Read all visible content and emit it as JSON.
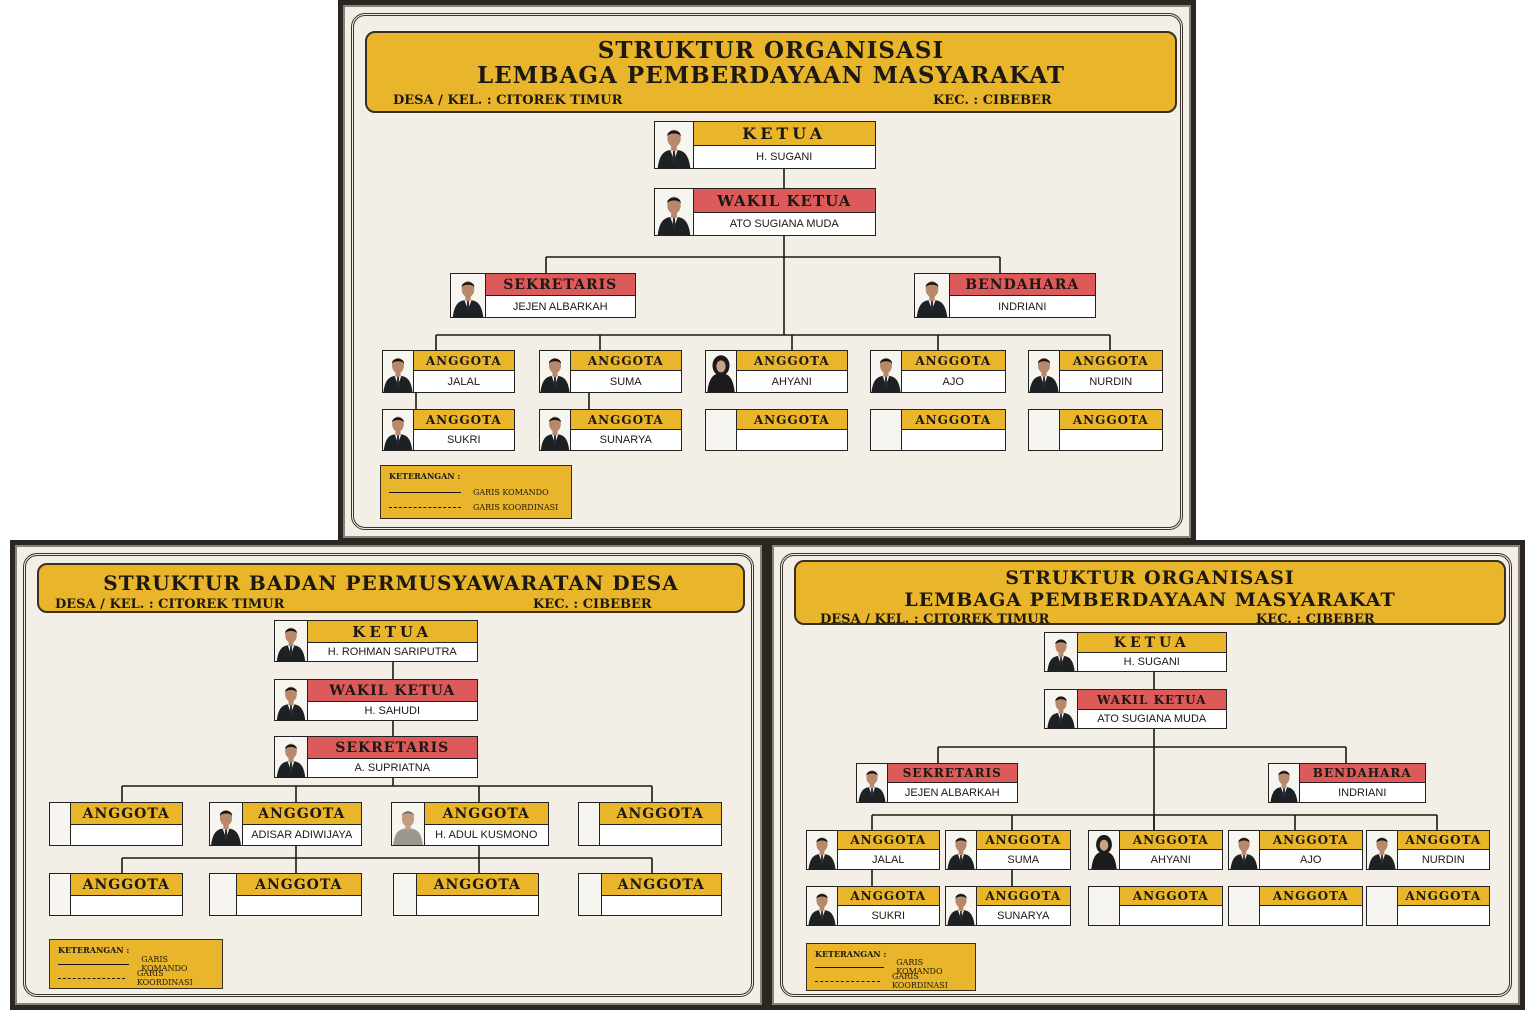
{
  "boards": [
    {
      "id": "lpm-top",
      "title_lines": [
        "STRUKTUR ORGANISASI",
        "LEMBAGA PEMBERDAYAAN MASYARAKAT"
      ],
      "desa": "DESA / KEL. : CITOREK TIMUR",
      "kec": "KEC. : CIBEBER",
      "members": [
        {
          "role": "KETUA",
          "name": "H. SUGANI",
          "role_color": "#e9b52b",
          "photo": "man-suit-icon"
        },
        {
          "role": "WAKIL KETUA",
          "name": "ATO SUGIANA MUDA",
          "role_color": "#dd5a5a",
          "photo": "man-suit-icon"
        },
        {
          "role": "SEKRETARIS",
          "name": "JEJEN ALBARKAH",
          "role_color": "#dd5a5a",
          "photo": "man-suit-icon"
        },
        {
          "role": "BENDAHARA",
          "name": "INDRIANI",
          "role_color": "#dd5a5a",
          "photo": "man-suit-icon"
        },
        {
          "role": "ANGGOTA",
          "name": "JALAL",
          "role_color": "#e9b52b",
          "photo": "man-suit-icon"
        },
        {
          "role": "ANGGOTA",
          "name": "SUMA",
          "role_color": "#e9b52b",
          "photo": "man-suit-icon"
        },
        {
          "role": "ANGGOTA",
          "name": "AHYANI",
          "role_color": "#e9b52b",
          "photo": "woman-hijab-icon"
        },
        {
          "role": "ANGGOTA",
          "name": "AJO",
          "role_color": "#e9b52b",
          "photo": "man-suit-icon"
        },
        {
          "role": "ANGGOTA",
          "name": "NURDIN",
          "role_color": "#e9b52b",
          "photo": "man-suit-icon"
        },
        {
          "role": "ANGGOTA",
          "name": "SUKRI",
          "role_color": "#e9b52b",
          "photo": "man-suit-icon"
        },
        {
          "role": "ANGGOTA",
          "name": "SUNARYA",
          "role_color": "#e9b52b",
          "photo": "man-suit-icon"
        },
        {
          "role": "ANGGOTA",
          "name": "",
          "role_color": "#e9b52b",
          "photo": ""
        },
        {
          "role": "ANGGOTA",
          "name": "",
          "role_color": "#e9b52b",
          "photo": ""
        },
        {
          "role": "ANGGOTA",
          "name": "",
          "role_color": "#e9b52b",
          "photo": ""
        }
      ],
      "legend": {
        "title": "KETERANGAN :",
        "komando": "GARIS KOMANDO",
        "koordinasi": "GARIS KOORDINASI"
      }
    },
    {
      "id": "bpd",
      "title_lines": [
        "STRUKTUR BADAN PERMUSYAWARATAN DESA"
      ],
      "desa": "DESA / KEL. : CITOREK TIMUR",
      "kec": "KEC. : CIBEBER",
      "members": [
        {
          "role": "KETUA",
          "name": "H. ROHMAN SARIPUTRA",
          "role_color": "#e9b52b",
          "photo": "man-suit-icon"
        },
        {
          "role": "WAKIL KETUA",
          "name": "H. SAHUDI",
          "role_color": "#dd5a5a",
          "photo": "man-suit-icon"
        },
        {
          "role": "SEKRETARIS",
          "name": "A. SUPRIATNA",
          "role_color": "#dd5a5a",
          "photo": "man-suit-icon"
        },
        {
          "role": "ANGGOTA",
          "name": "",
          "role_color": "#e9b52b",
          "photo": ""
        },
        {
          "role": "ANGGOTA",
          "name": "ADISAR ADIWIJAYA",
          "role_color": "#e9b52b",
          "photo": "man-suit-icon"
        },
        {
          "role": "ANGGOTA",
          "name": "H. ADUL KUSMONO",
          "role_color": "#e9b52b",
          "photo": "man-casual-icon"
        },
        {
          "role": "ANGGOTA",
          "name": "",
          "role_color": "#e9b52b",
          "photo": ""
        },
        {
          "role": "ANGGOTA",
          "name": "",
          "role_color": "#e9b52b",
          "photo": ""
        },
        {
          "role": "ANGGOTA",
          "name": "",
          "role_color": "#e9b52b",
          "photo": ""
        },
        {
          "role": "ANGGOTA",
          "name": "",
          "role_color": "#e9b52b",
          "photo": ""
        },
        {
          "role": "ANGGOTA",
          "name": "",
          "role_color": "#e9b52b",
          "photo": ""
        }
      ],
      "legend": {
        "title": "KETERANGAN :",
        "komando": "GARIS KOMANDO",
        "koordinasi": "GARIS KOORDINASI"
      }
    },
    {
      "id": "lpm-right",
      "title_lines": [
        "STRUKTUR ORGANISASI",
        "LEMBAGA PEMBERDAYAAN MASYARAKAT"
      ],
      "desa": "DESA / KEL. : CITOREK TIMUR",
      "kec": "KEC. : CIBEBER",
      "members": [
        {
          "role": "KETUA",
          "name": "H. SUGANI",
          "role_color": "#e9b52b",
          "photo": "man-suit-icon"
        },
        {
          "role": "WAKIL KETUA",
          "name": "ATO SUGIANA MUDA",
          "role_color": "#dd5a5a",
          "photo": "man-suit-icon"
        },
        {
          "role": "SEKRETARIS",
          "name": "JEJEN ALBARKAH",
          "role_color": "#dd5a5a",
          "photo": "man-suit-icon"
        },
        {
          "role": "BENDAHARA",
          "name": "INDRIANI",
          "role_color": "#dd5a5a",
          "photo": "man-suit-icon"
        },
        {
          "role": "ANGGOTA",
          "name": "JALAL",
          "role_color": "#e9b52b",
          "photo": "man-suit-icon"
        },
        {
          "role": "ANGGOTA",
          "name": "SUMA",
          "role_color": "#e9b52b",
          "photo": "man-suit-icon"
        },
        {
          "role": "ANGGOTA",
          "name": "AHYANI",
          "role_color": "#e9b52b",
          "photo": "woman-hijab-icon"
        },
        {
          "role": "ANGGOTA",
          "name": "AJO",
          "role_color": "#e9b52b",
          "photo": "man-suit-icon"
        },
        {
          "role": "ANGGOTA",
          "name": "NURDIN",
          "role_color": "#e9b52b",
          "photo": "man-suit-icon"
        },
        {
          "role": "ANGGOTA",
          "name": "SUKRI",
          "role_color": "#e9b52b",
          "photo": "man-suit-icon"
        },
        {
          "role": "ANGGOTA",
          "name": "SUNARYA",
          "role_color": "#e9b52b",
          "photo": "man-suit-icon"
        },
        {
          "role": "ANGGOTA",
          "name": "",
          "role_color": "#e9b52b",
          "photo": ""
        },
        {
          "role": "ANGGOTA",
          "name": "",
          "role_color": "#e9b52b",
          "photo": ""
        },
        {
          "role": "ANGGOTA",
          "name": "",
          "role_color": "#e9b52b",
          "photo": ""
        }
      ],
      "legend": {
        "title": "KETERANGAN :",
        "komando": "GARIS KOMANDO",
        "koordinasi": "GARIS KOORDINASI"
      }
    }
  ]
}
